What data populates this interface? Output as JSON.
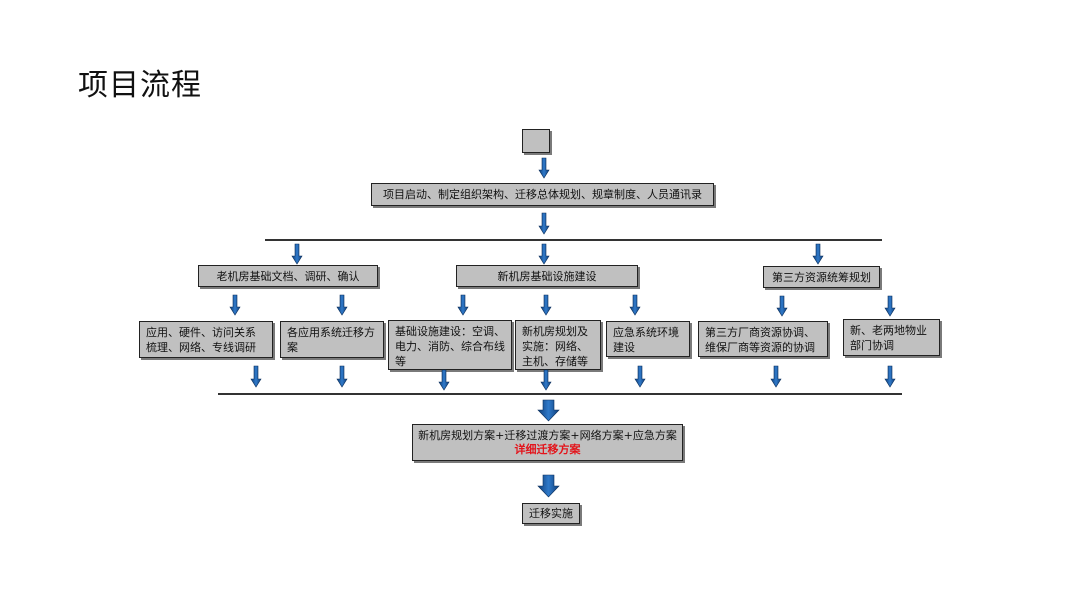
{
  "title": "项目流程",
  "flow": {
    "start_box": "",
    "step1": "项目启动、制定组织架构、迁移总体规划、规章制度、人员通讯录",
    "branch_left": "老机房基础文档、调研、确认",
    "branch_mid": "新机房基础设施建设",
    "branch_right": "第三方资源统筹规划",
    "sub_left_1": "应用、硬件、访问关系梳理、网络、专线调研",
    "sub_left_2": "各应用系统迁移方案",
    "sub_mid_1": "基础设施建设：空调、电力、消防、综合布线等",
    "sub_mid_2": "新机房规划及实施：网络、主机、存储等",
    "sub_mid_3": "应急系统环境建设",
    "sub_right_1": "第三方厂商资源协调、维保厂商等资源的协调",
    "sub_right_2": "新、老两地物业部门协调",
    "plan": "新机房规划方案+迁移过渡方案+网络方案+应急方案",
    "plan_highlight": "详细迁移方案",
    "final": "迁移实施"
  },
  "colors": {
    "box_fill": "#c0c0c0",
    "arrow_blue": "#1f5fa8",
    "highlight_red": "#e3141b"
  }
}
